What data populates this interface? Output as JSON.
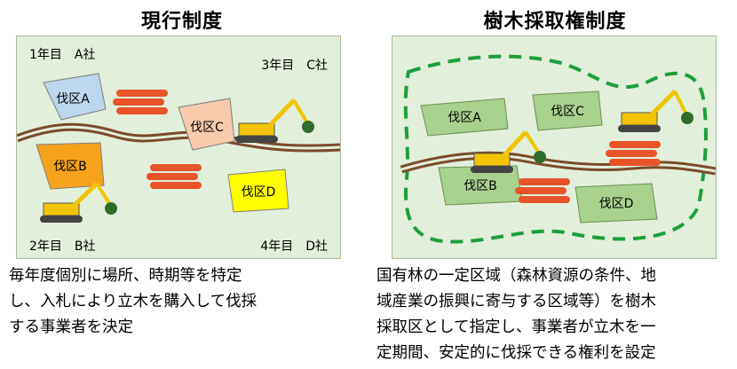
{
  "left": {
    "title": "現行制度",
    "labels": {
      "tl": "1年目　A社",
      "tr": "3年目　C社",
      "bl": "2年目　B社",
      "br": "4年目　D社"
    },
    "plots": {
      "a": "伐区A",
      "b": "伐区B",
      "c": "伐区C",
      "d": "伐区D"
    },
    "caption": [
      "毎年度個別に場所、時期等を特定",
      "し、入札により立木を購入して伐採",
      "する事業者を決定"
    ]
  },
  "right": {
    "title": "樹木採取権制度",
    "plots": {
      "a": "伐区A",
      "b": "伐区B",
      "c": "伐区C",
      "d": "伐区D"
    },
    "caption": [
      "国有林の一定区域（森林資源の条件、地",
      "域産業の振興に寄与する区域等）を樹木",
      "採取区として指定し、事業者が立木を一",
      "定期間、安定的に伐採できる権利を設定"
    ]
  },
  "colors": {
    "panel_bg": "#e2efda",
    "plot_a_left": "#bdd7ee",
    "plot_b_left": "#f7a21b",
    "plot_c_left": "#f8cbad",
    "plot_d_left": "#ffff00",
    "plot_right": "#a9d18e",
    "road": "#7b4a2a",
    "dashed_boundary": "#1e9e3c",
    "logs": "#e8542a",
    "excavator": "#f2c500"
  },
  "icons": [
    "excavator-icon",
    "log-pile-icon",
    "forest-road",
    "boundary-dashed-line"
  ]
}
